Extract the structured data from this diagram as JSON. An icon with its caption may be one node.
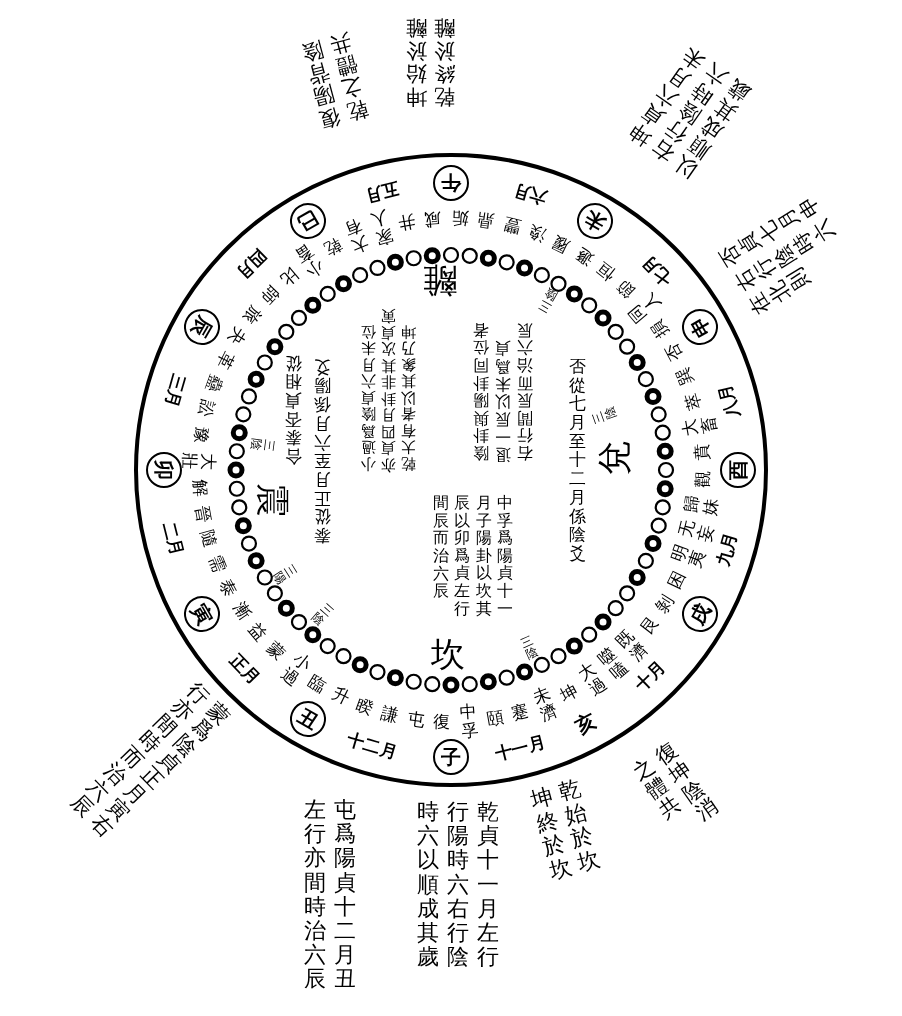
{
  "diagram": {
    "nodes": [
      {
        "text": [
          "子"
        ]
      },
      {
        "text": [
          "丑"
        ]
      },
      {
        "text": [
          "寅"
        ]
      },
      {
        "text": [
          "卯"
        ]
      },
      {
        "text": [
          "辰"
        ]
      },
      {
        "text": [
          "巳"
        ]
      },
      {
        "text": [
          "午"
        ]
      },
      {
        "text": [
          "未"
        ]
      },
      {
        "text": [
          "申"
        ]
      },
      {
        "text": [
          "酉"
        ]
      },
      {
        "text": [
          "戌"
        ]
      }
    ],
    "labels": [
      "復陽背陰",
      "乾之體共",
      "坤始於離",
      "乾終於離",
      "坤貞六月未",
      "右行陰時六",
      "以順成其歲",
      "否貞七月申",
      "右行陰時六",
      "在北則",
      "蒙爲陰貞正月寅右",
      "行亦間時而治六辰",
      "屯爲陽貞十二月丑",
      "左行亦間時治六辰",
      "乾貞十一月左行",
      "行陽時六右行陰",
      "時六以順成其歲",
      "乾始於坎",
      "坤終於坎",
      "復坤陰消",
      "之體共",
      "正月",
      "二月",
      "三月",
      "四月",
      "五月",
      "六月",
      "七月",
      "八月",
      "九月",
      "十月",
      "十一月",
      "十二月",
      "亥",
      "中孚",
      "復",
      "屯",
      "謙",
      "睽",
      "升",
      "臨",
      "小過",
      "蒙",
      "益",
      "漸",
      "泰",
      "需",
      "隨",
      "晉",
      "解",
      "大壯",
      "豫",
      "訟",
      "蠱",
      "革",
      "夬",
      "旅",
      "師",
      "比",
      "小畜",
      "乾",
      "大有",
      "家人",
      "井",
      "咸",
      "姤",
      "鼎",
      "豐",
      "渙",
      "履",
      "遯",
      "恒",
      "節",
      "同人",
      "損",
      "否",
      "巽",
      "萃",
      "大畜",
      "賁",
      "觀",
      "歸妹",
      "无妄",
      "明夷",
      "困",
      "剝",
      "艮",
      "既濟",
      "噬嗑",
      "大過",
      "坤",
      "未濟",
      "蹇",
      "頤",
      "離",
      "坎",
      "震",
      "兌",
      "中孚爲陽貞十一",
      "月子陽卦以坎其",
      "辰以卯爲貞左行",
      "間辰而治六辰",
      "陰卦與陽卦同位者",
      "退一辰以未爲貞",
      "右行間辰而治六辰",
      "否從七月至十二月係陰爻",
      "小過爲陰貞六月未位",
      "亦貞四月卦非其次貞寅",
      "乾大有者以其象乃坤",
      "合泰否貞相從",
      "泰從正月至六月係陽爻",
      "三陰",
      "三陰",
      "三陰",
      "三陽",
      "三陰",
      "三陰"
    ]
  }
}
